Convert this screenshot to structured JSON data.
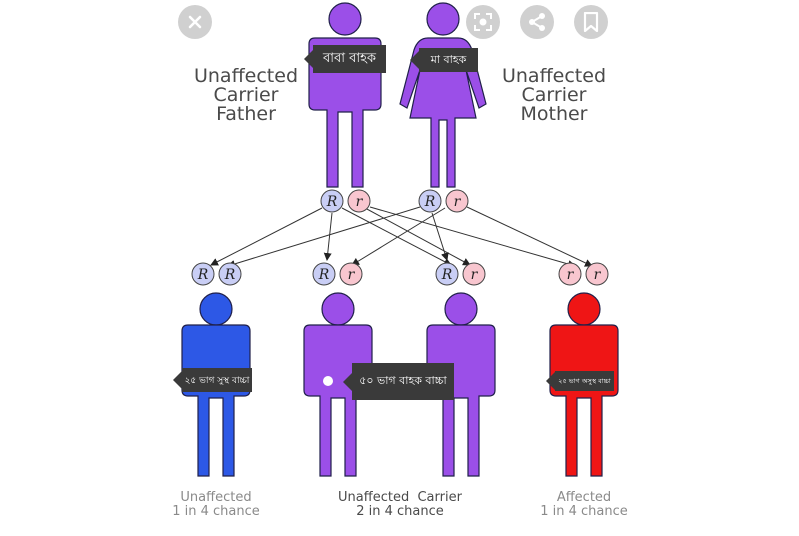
{
  "toolbar": {
    "close_icon": "close-icon",
    "lens_icon": "lens-icon",
    "share_icon": "share-icon",
    "bookmark_icon": "bookmark-icon"
  },
  "parents": {
    "father": {
      "label_lines": [
        "Unaffected",
        "Carrier",
        "Father"
      ],
      "tag": "বাবা বাহক",
      "alleles": [
        "R",
        "r"
      ]
    },
    "mother": {
      "label_lines": [
        "Unaffected",
        "Carrier",
        "Mother"
      ],
      "tag": "মা বাহক",
      "alleles": [
        "R",
        "r"
      ]
    }
  },
  "children": [
    {
      "alleles": [
        "R",
        "R"
      ],
      "tag": "২৫ ভাগ সুস্থ বাচ্চা",
      "caption_lines": [
        "Unaffected",
        "1 in 4 chance"
      ]
    },
    {
      "alleles": [
        "R",
        "r"
      ],
      "tag": "৫০ ভাগ বাহক বাচ্চা",
      "caption_lines": [
        "Unaffected  Carrier",
        "2 in 4 chance"
      ]
    },
    {
      "alleles": [
        "R",
        "r"
      ]
    },
    {
      "alleles": [
        "r",
        "r"
      ],
      "tag": "২৫ ভাগ অসুস্থ বাচ্চা",
      "caption_lines": [
        "Affected",
        "1 in 4 chance"
      ]
    }
  ],
  "colors": {
    "carrier": "#9b4fe8",
    "unaffected": "#2d58e6",
    "affected": "#ef1515",
    "dominant_allele": "#c9cef5",
    "recessive_allele": "#f8c6cf",
    "outline": "#20204a",
    "tag_bg": "#3a3a3a"
  }
}
